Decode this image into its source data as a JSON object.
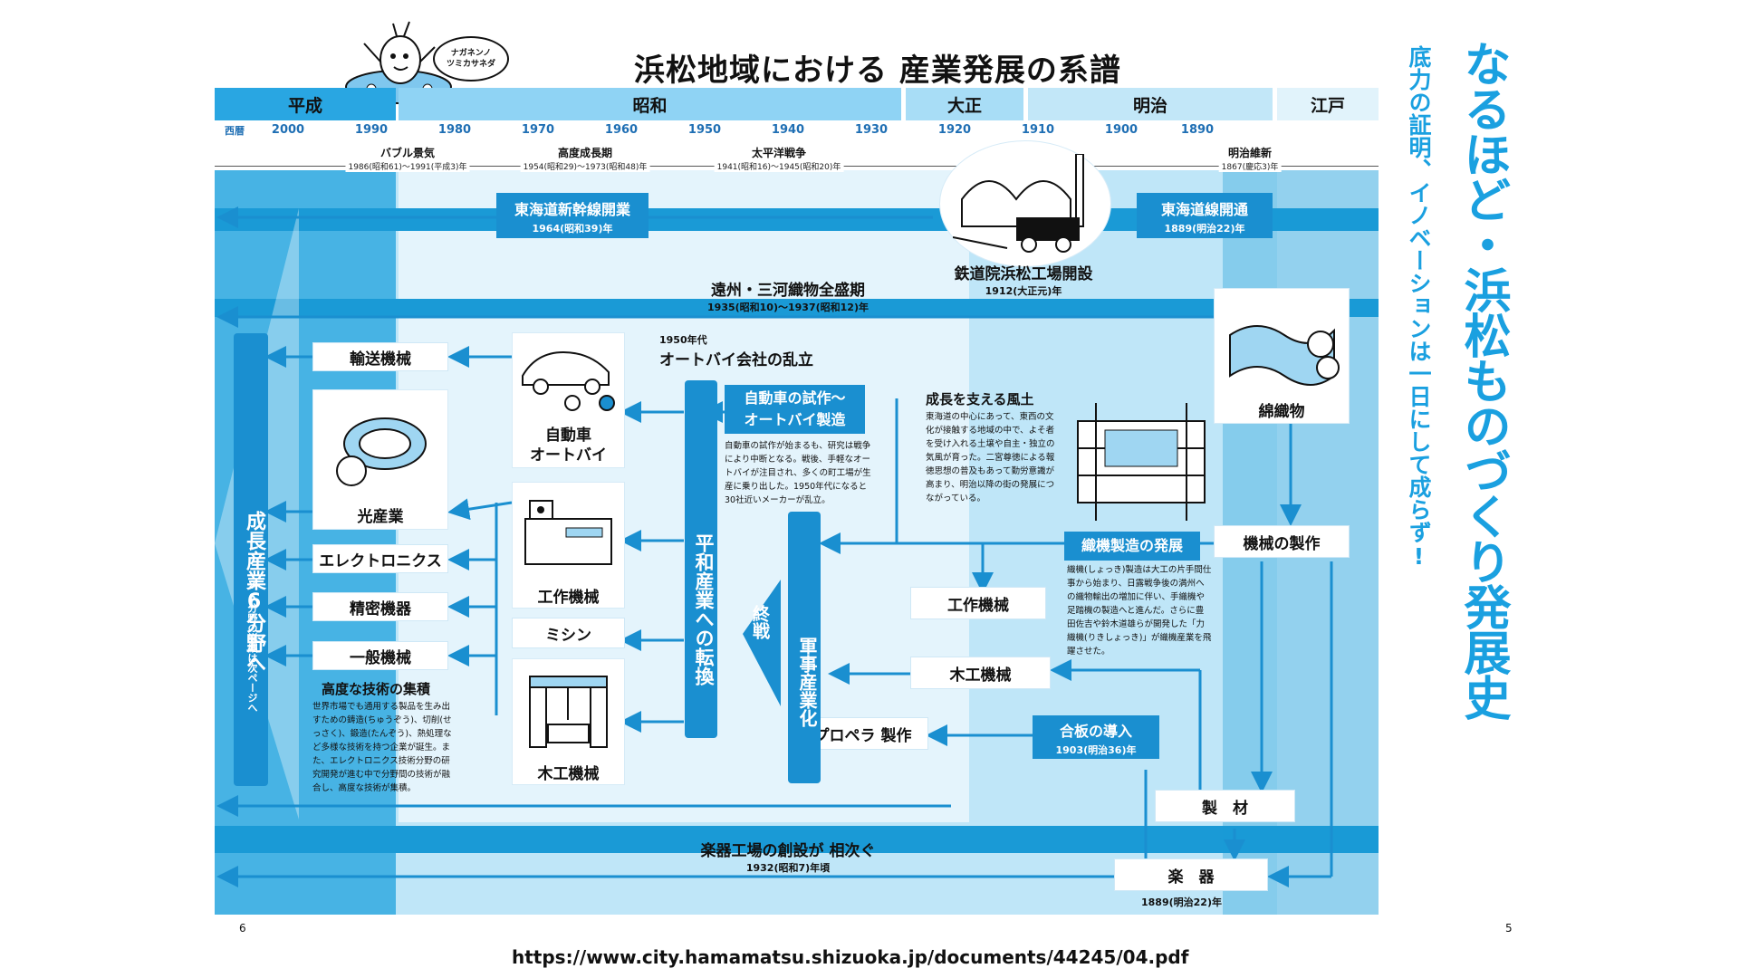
{
  "page": {
    "title": "浜松地域における 産業発展の系譜",
    "side_title": "なるほど・浜松ものづくり発展史",
    "side_subtitle": "底力の証明、イノベーションは一日にして成らず!",
    "page_left": "6",
    "page_right": "5",
    "url": "https://www.city.hamamatsu.shizuoka.jp/documents/44245/04.pdf",
    "mascot_bubble": "ナガネンノ\nツミカサネダ"
  },
  "timeline": {
    "eras": [
      "平成",
      "昭和",
      "大正",
      "明治",
      "江戸"
    ],
    "seireki_label": "西暦",
    "years": [
      "2000",
      "1990",
      "1980",
      "1970",
      "1960",
      "1950",
      "1940",
      "1930",
      "1920",
      "1910",
      "1900",
      "1890"
    ],
    "periods": [
      {
        "name": "バブル景気",
        "range": "1986(昭和61)～1991(平成3)年"
      },
      {
        "name": "高度成長期",
        "range": "1954(昭和29)～1973(昭和48)年"
      },
      {
        "name": "太平洋戦争",
        "range": "1941(昭和16)～1945(昭和20)年"
      },
      {
        "name": "明治維新",
        "range": "1867(慶応3)年"
      }
    ]
  },
  "events": {
    "shinkansen": {
      "title": "東海道新幹線開業",
      "date": "1964(昭和39)年"
    },
    "tokaido": {
      "title": "東海道線開通",
      "date": "1889(明治22)年"
    },
    "railway_factory": {
      "title": "鉄道院浜松工場開設",
      "date": "1912(大正元)年"
    },
    "textile_peak": {
      "title": "遠州・三河織物全盛期",
      "date": "1935(昭和10)～1937(昭和12)年"
    },
    "motorcycle_boom": {
      "era": "1950年代",
      "title": "オートバイ会社の乱立"
    },
    "instrument_factory": {
      "title": "楽器工場の創設が 相次ぐ",
      "date": "1932(昭和7)年頃"
    },
    "plywood": {
      "title": "合板の導入",
      "date": "1903(明治36)年"
    },
    "loom_dev": {
      "title": "織機製造の発展"
    },
    "car_trial": {
      "title": "自動車の試作～\nオートバイ製造"
    }
  },
  "nodes": {
    "transport": "輸送機械",
    "optics": "光産業",
    "electronics": "エレクトロニクス",
    "precision": "精密機器",
    "general": "一般機械",
    "car": "自動車\nオートバイ",
    "machine_tool": "工作機械",
    "sewing": "ミシン",
    "woodworking": "木工機械",
    "textile": "綿織物",
    "machinery": "機械の製作",
    "machine_tool_r": "工作機械",
    "woodworking_r": "木工機械",
    "propeller": "プロペラ 製作",
    "lumber": "製　材",
    "instrument": "楽　器",
    "instrument_date": "1889(明治22)年"
  },
  "vertical": {
    "growth": "成長産業6分野へ",
    "growth_note": "※6分野の詳細は次ページへ",
    "peace": "平和産業への転換",
    "war_end": "終戦",
    "military": "軍事産業化"
  },
  "texts": {
    "advanced_title": "高度な技術の集積",
    "advanced_desc": "世界市場でも通用する製品を生み出すための鋳造(ちゅうぞう)、切削(せっさく)、鍛造(たんぞう)、熱処理など多様な技術を持つ企業が誕生。また、エレクトロニクス技術分野の研究開発が進む中で分野間の技術が融合し、高度な技術が集積。",
    "car_desc": "自動車の試作が始まるも、研究は戦争により中断となる。戦後、手軽なオートバイが注目され、多くの町工場が生産に乗り出した。1950年代になると30社近いメーカーが乱立。",
    "climate_title": "成長を支える風土",
    "climate_desc": "東海道の中心にあって、東西の文化が接触する地域の中で、よそ者を受け入れる土壌や自主・独立の気風が育った。二宮尊徳による報徳思想の普及もあって勤労意識が高まり、明治以降の街の発展につながっている。",
    "loom_desc": "織機(しょっき)製造は大工の片手間仕事から始まり、日露戦争後の満州への織物輸出の増加に伴い、手織機や足踏機の製造へと進んだ。さらに豊田佐吉や鈴木道雄らが開発した「力織機(りきしょっき)」が織機産業を飛躍させた。"
  },
  "colors": {
    "accent": "#1a9ad6",
    "dark_blue": "#1a8fd0",
    "light_blue": "#bfe6f8",
    "pale_blue": "#e1f3fb",
    "title_blue": "#1aa0e0"
  }
}
